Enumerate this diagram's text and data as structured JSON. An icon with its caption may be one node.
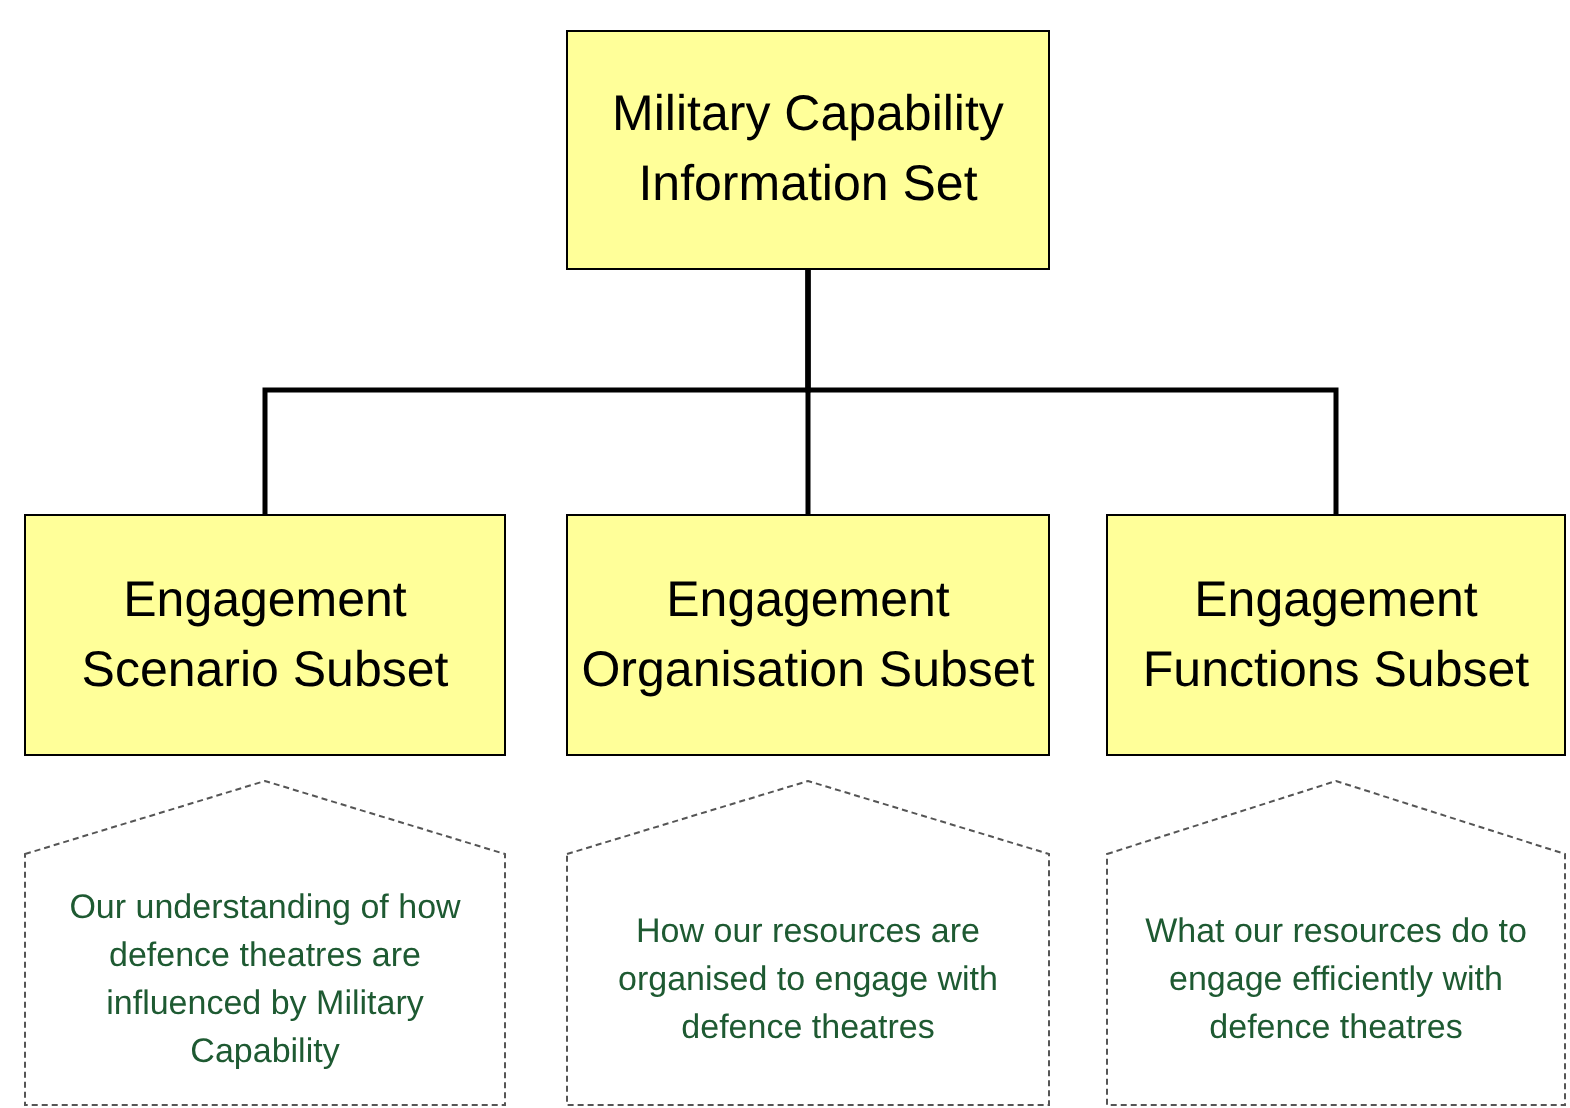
{
  "diagram": {
    "nodes": [
      {
        "text": [
          "Military Capability Information Set"
        ]
      },
      {
        "text": [
          "Engagement Scenario Subset"
        ]
      },
      {
        "text": [
          "Engagement Organisation Subset"
        ]
      },
      {
        "text": [
          "Engagement Functions Subset"
        ]
      },
      {
        "text": [
          "Our understanding of how defence theatres are influenced by Military Capability"
        ]
      },
      {
        "text": [
          "How our resources are organised to engage with defence theatres"
        ]
      },
      {
        "text": [
          "What our resources do to engage efficiently with defence theatres"
        ]
      }
    ],
    "edges": [
      {
        "from": 0,
        "to": 1,
        "arrow": "none"
      },
      {
        "from": 0,
        "to": 2,
        "arrow": "none"
      },
      {
        "from": 0,
        "to": 3,
        "arrow": "none"
      }
    ]
  }
}
